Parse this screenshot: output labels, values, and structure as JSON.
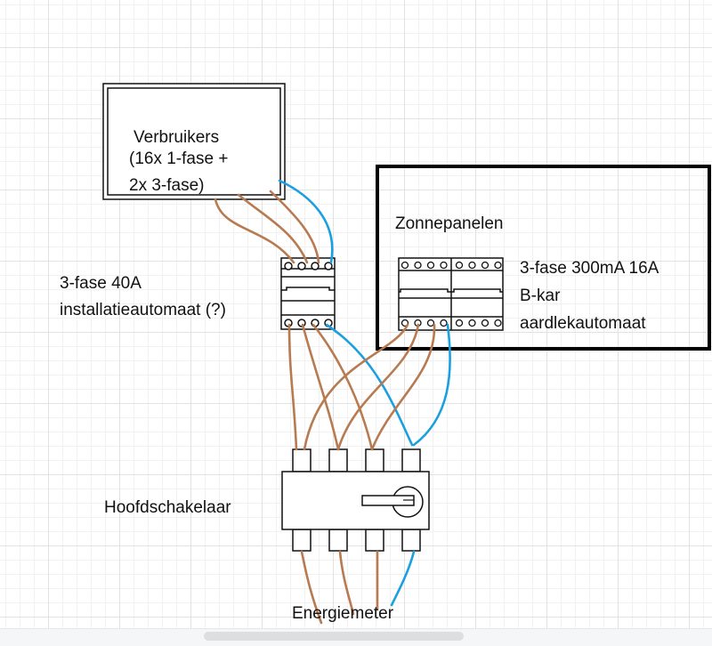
{
  "diagram": {
    "title": "Wiring diagram",
    "colors": {
      "phase_wire": "#b87a50",
      "neutral_wire": "#1aa0e0",
      "outline": "#111111",
      "grid": "#e2e2e2"
    },
    "consumers_box": {
      "line1": "Verbruikers",
      "line2": "(16x 1-fase +",
      "line3": "2x 3-fase)"
    },
    "breaker": {
      "line1": "3-fase 40A",
      "line2": "installatieautomaat (?)",
      "terminals_top": 4,
      "terminals_bottom": 4
    },
    "solar_box": {
      "title": "Zonnepanelen"
    },
    "rcbo": {
      "line1": "3-fase 300mA 16A",
      "line2": "B-kar",
      "line3": "aardlekautomaat",
      "terminals_per_row": 8
    },
    "main_switch": {
      "label": "Hoofdschakelaar",
      "terminals_top": 4,
      "terminals_bottom": 4
    },
    "meter": {
      "label": "Energiemeter"
    },
    "connections": [
      {
        "from": "consumers",
        "to": "breaker.top.1",
        "type": "phase"
      },
      {
        "from": "consumers",
        "to": "breaker.top.2",
        "type": "phase"
      },
      {
        "from": "consumers",
        "to": "breaker.top.3",
        "type": "phase"
      },
      {
        "from": "consumers",
        "to": "breaker.top.4",
        "type": "neutral"
      },
      {
        "from": "breaker.bottom.1",
        "to": "main_switch.top.1",
        "type": "phase"
      },
      {
        "from": "breaker.bottom.2",
        "to": "main_switch.top.2",
        "type": "phase"
      },
      {
        "from": "breaker.bottom.3",
        "to": "main_switch.top.3",
        "type": "phase"
      },
      {
        "from": "breaker.bottom.4",
        "to": "main_switch.top.4",
        "type": "neutral"
      },
      {
        "from": "rcbo.bottom.1",
        "to": "main_switch.top.1",
        "type": "phase"
      },
      {
        "from": "rcbo.bottom.2",
        "to": "main_switch.top.2",
        "type": "phase"
      },
      {
        "from": "rcbo.bottom.3",
        "to": "main_switch.top.3",
        "type": "phase"
      },
      {
        "from": "rcbo.bottom.4",
        "to": "main_switch.top.4",
        "type": "neutral"
      },
      {
        "from": "main_switch.bottom.1",
        "to": "meter",
        "type": "phase"
      },
      {
        "from": "main_switch.bottom.2",
        "to": "meter",
        "type": "phase"
      },
      {
        "from": "main_switch.bottom.3",
        "to": "meter",
        "type": "phase"
      },
      {
        "from": "main_switch.bottom.4",
        "to": "meter",
        "type": "neutral"
      }
    ]
  }
}
